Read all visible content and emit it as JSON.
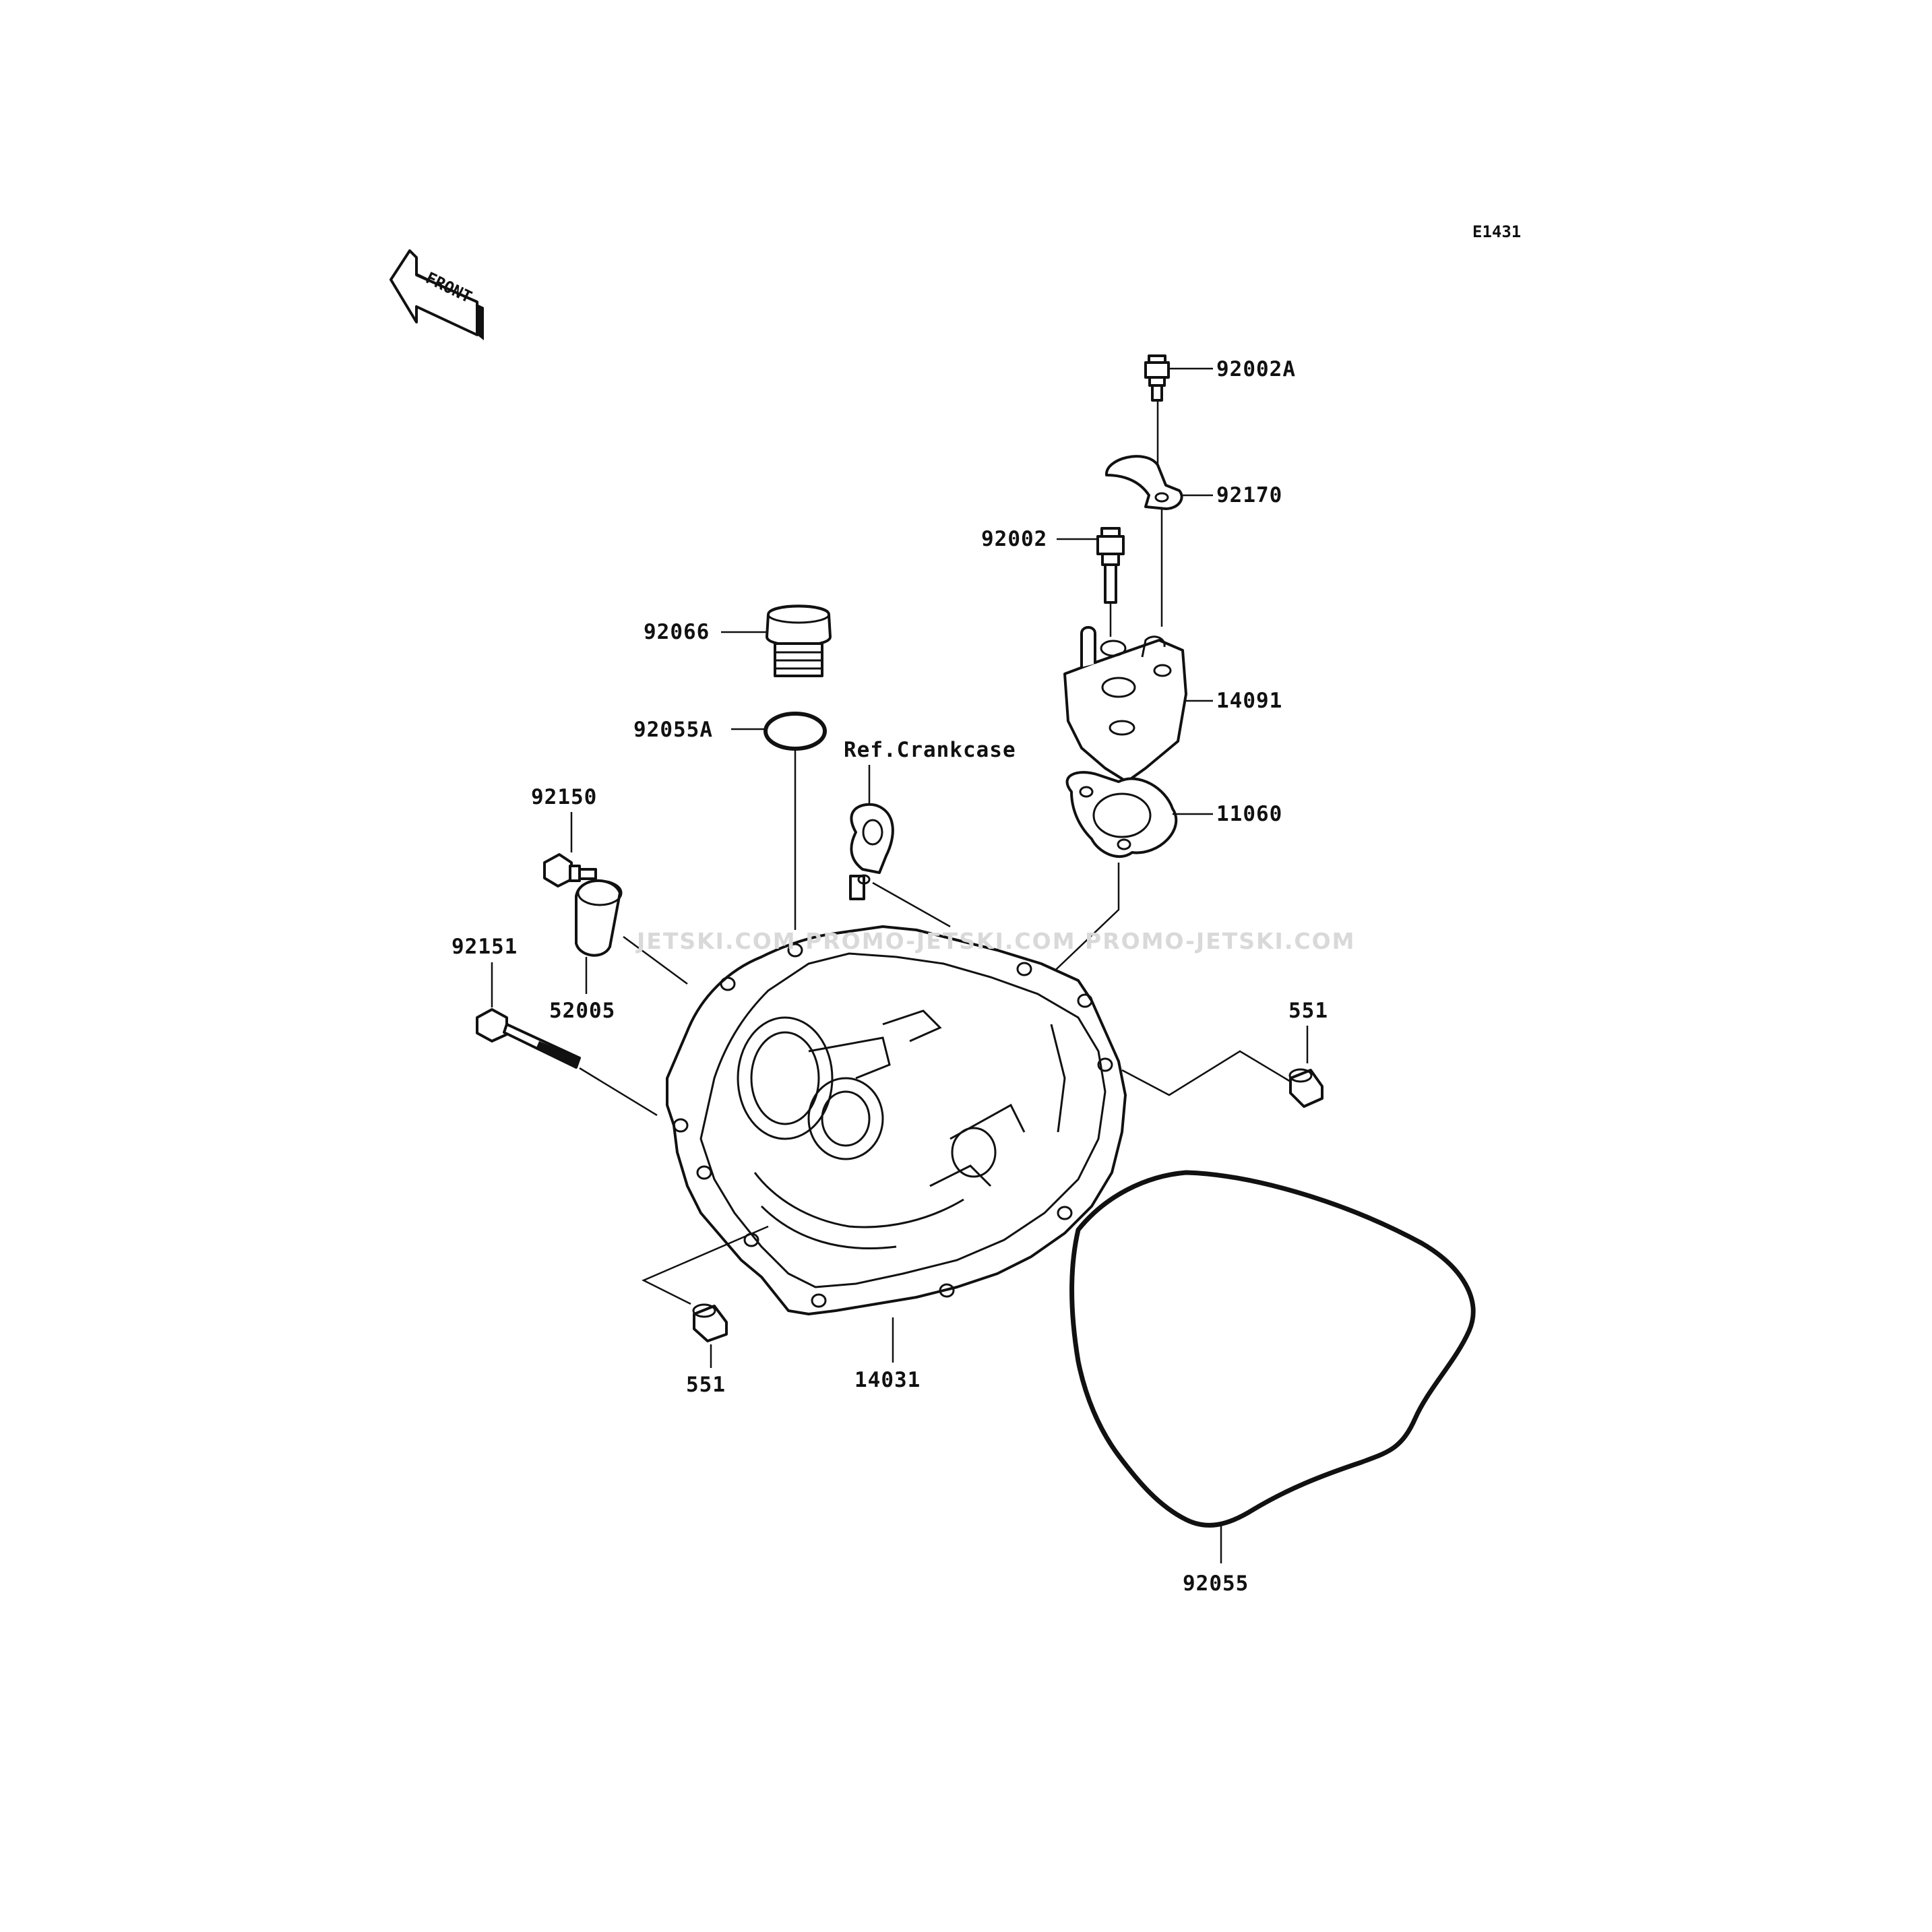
{
  "diagram_code": "E1431",
  "front_arrow_label": "FRONT",
  "reference_label": "Ref.Crankcase",
  "watermark": "JETSKI.COM  PROMO-JETSKI.COM  PROMO-JETSKI.COM",
  "parts": [
    {
      "id": "p-92002a",
      "label": "92002A"
    },
    {
      "id": "p-92170",
      "label": "92170"
    },
    {
      "id": "p-92002",
      "label": "92002"
    },
    {
      "id": "p-92066",
      "label": "92066"
    },
    {
      "id": "p-14091",
      "label": "14091"
    },
    {
      "id": "p-92055a",
      "label": "92055A"
    },
    {
      "id": "p-11060",
      "label": "11060"
    },
    {
      "id": "p-92150",
      "label": "92150"
    },
    {
      "id": "p-92151",
      "label": "92151"
    },
    {
      "id": "p-52005",
      "label": "52005"
    },
    {
      "id": "p-551-right",
      "label": "551"
    },
    {
      "id": "p-551-left",
      "label": "551"
    },
    {
      "id": "p-14031",
      "label": "14031"
    },
    {
      "id": "p-92055",
      "label": "92055"
    }
  ],
  "colors": {
    "ink": "#111111",
    "background": "#ffffff",
    "watermark": "#d9d9d9"
  }
}
